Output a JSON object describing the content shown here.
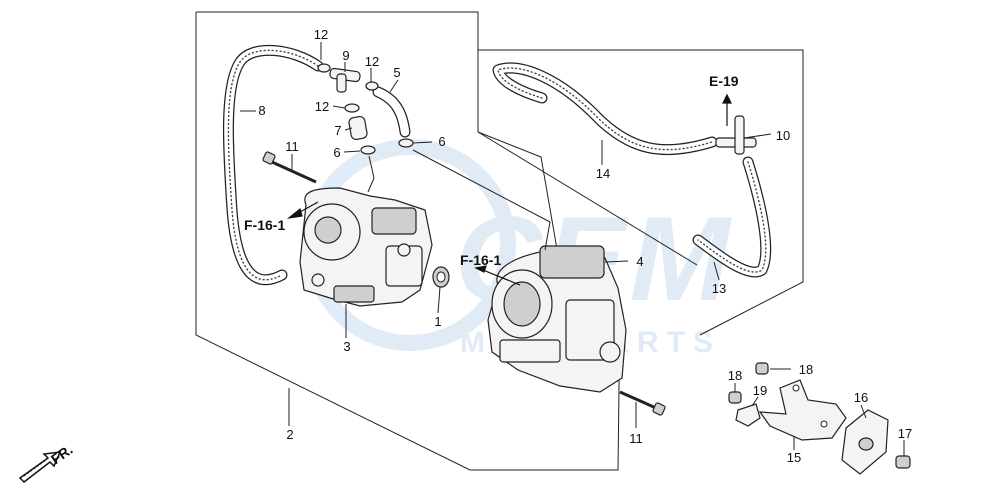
{
  "watermark": {
    "logo_text": "CEM",
    "sub_text": "MOTOPARTS",
    "color": "#b9d3ec"
  },
  "colors": {
    "ink": "#111111",
    "background": "#ffffff"
  },
  "references": {
    "f16_left": "F-16-1",
    "f16_right": "F-16-1",
    "e19": "E-19",
    "front": "FR."
  },
  "callouts": [
    {
      "id": "1",
      "text": "1"
    },
    {
      "id": "2",
      "text": "2"
    },
    {
      "id": "3",
      "text": "3"
    },
    {
      "id": "4",
      "text": "4"
    },
    {
      "id": "5",
      "text": "5"
    },
    {
      "id": "6a",
      "text": "6"
    },
    {
      "id": "6b",
      "text": "6"
    },
    {
      "id": "7",
      "text": "7"
    },
    {
      "id": "8",
      "text": "8"
    },
    {
      "id": "9",
      "text": "9"
    },
    {
      "id": "10",
      "text": "10"
    },
    {
      "id": "11a",
      "text": "11"
    },
    {
      "id": "11b",
      "text": "11"
    },
    {
      "id": "12a",
      "text": "12"
    },
    {
      "id": "12b",
      "text": "12"
    },
    {
      "id": "12c",
      "text": "12"
    },
    {
      "id": "13",
      "text": "13"
    },
    {
      "id": "14",
      "text": "14"
    },
    {
      "id": "15",
      "text": "15"
    },
    {
      "id": "16",
      "text": "16"
    },
    {
      "id": "17",
      "text": "17"
    },
    {
      "id": "18a",
      "text": "18"
    },
    {
      "id": "18b",
      "text": "18"
    },
    {
      "id": "19",
      "text": "19"
    }
  ]
}
